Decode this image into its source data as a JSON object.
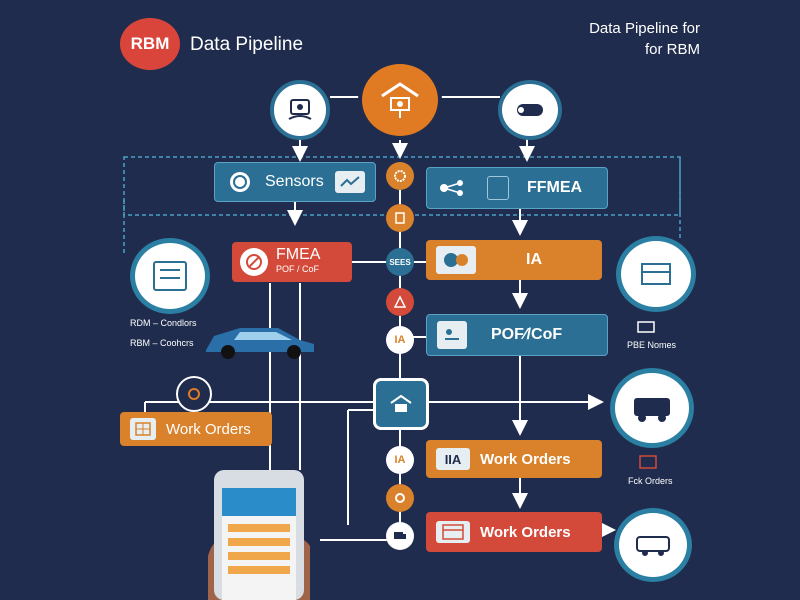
{
  "header": {
    "logo_text": "RBM",
    "title": "Data Pipeline",
    "corner_line1": "Data Pipeline for",
    "corner_line2": "for RBM"
  },
  "boxes": {
    "sensors": "Sensors",
    "fmea_right": "FFMEA",
    "fmea_left": "FMEA",
    "fmea_left_sub": "POF / CoF",
    "ia": "IA",
    "pof_cof": "POF⁄/CoF",
    "work_orders_left": "Work Orders",
    "work_orders_mid": "Work Orders",
    "work_orders_bottom": "Work Orders",
    "ia_mid_prefix": "IIA"
  },
  "nodes": {
    "n_ia_1": "IA",
    "n_ia_2": "IA",
    "n_sees": "SEES"
  },
  "side_labels": {
    "rbm_conditions_1": "RDM – Condlors",
    "rbm_conditions_2": "RBM – Coohcrs",
    "pbe_nomes": "PBE Nomes",
    "fck_orders": "Fck Orders"
  },
  "colors": {
    "background": "#1f2c4d",
    "teal": "#2b6f94",
    "orange": "#d9822b",
    "red": "#d34a3a",
    "wire": "#ffffff"
  }
}
